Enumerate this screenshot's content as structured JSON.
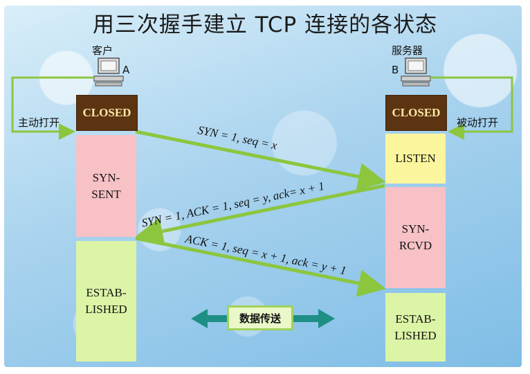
{
  "title": "用三次握手建立 TCP 连接的各状态",
  "client": {
    "name": "客户",
    "letter": "A",
    "open_label": "主动打开"
  },
  "server": {
    "name": "服务器",
    "letter": "B",
    "open_label": "被动打开"
  },
  "client_states": [
    {
      "label": "CLOSED"
    },
    {
      "label": "SYN-\nSENT"
    },
    {
      "label": "ESTAB-\nLISHED"
    }
  ],
  "server_states": [
    {
      "label": "CLOSED"
    },
    {
      "label": "LISTEN"
    },
    {
      "label": "SYN-\nRCVD"
    },
    {
      "label": "ESTAB-\nLISHED"
    }
  ],
  "messages": [
    {
      "text": "SYN = 1, seq = x"
    },
    {
      "text": "SYN = 1, ACK = 1, seq = y, ack= x + 1"
    },
    {
      "text": "ACK = 1, seq = x + 1, ack = y + 1"
    }
  ],
  "data_transfer_label": "数据传送",
  "colors": {
    "closed": "#5c3412",
    "sent_rcvd": "#f7c1c6",
    "listen": "#fbf59d",
    "established": "#dcf4a6",
    "arrow": "#8cc63f",
    "data_arrow": "#1f8f86"
  }
}
